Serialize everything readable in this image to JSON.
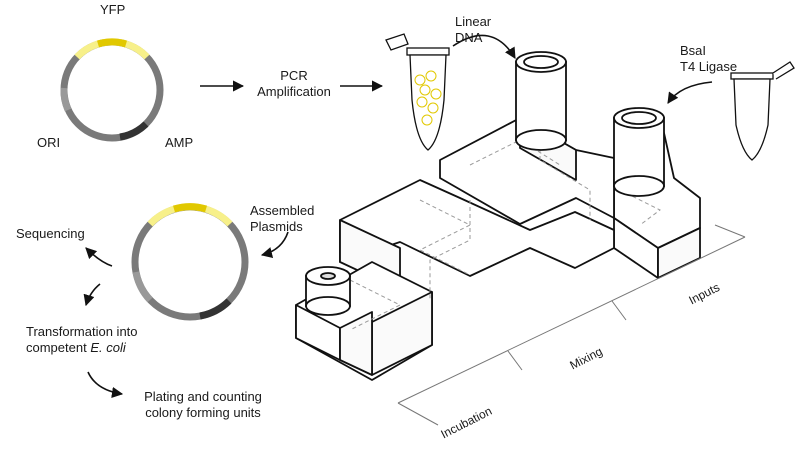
{
  "plasmid_top": {
    "yfp": "YFP",
    "ori": "ORI",
    "amp": "AMP"
  },
  "steps": {
    "pcr_line1": "PCR",
    "pcr_line2": "Amplification",
    "linear_line1": "Linear",
    "linear_line2": "DNA",
    "enzyme_line1": "BsaI",
    "enzyme_line2": "T4 Ligase",
    "assembled_line1": "Assembled",
    "assembled_line2": "Plasmids",
    "sequencing": "Sequencing",
    "transform_line1": "Transformation into",
    "transform_line2_prefix": "competent ",
    "transform_line2_italic": "E. coli",
    "plating_line1": "Plating and counting",
    "plating_line2": "colony forming units"
  },
  "zones": {
    "incubation": "Incubation",
    "mixing": "Mixing",
    "inputs": "Inputs"
  },
  "colors": {
    "yfp_light": "#f7f08a",
    "yfp_dark": "#e1c800",
    "backbone": "#7a7a7a",
    "amp_segment": "#333333",
    "ori_segment": "#999999",
    "line": "#111111",
    "hidden_line": "#9a9a9a"
  }
}
